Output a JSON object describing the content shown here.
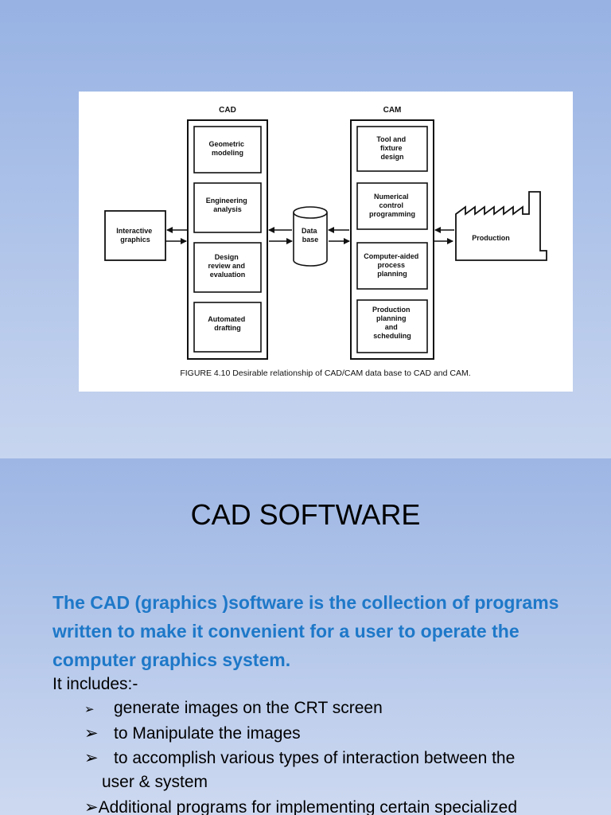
{
  "slide1": {
    "figure": {
      "cad_header": "CAD",
      "cam_header": "CAM",
      "cad_boxes": [
        [
          "Geometric",
          "modeling"
        ],
        [
          "Engineering",
          "analysis"
        ],
        [
          "Design",
          "review and",
          "evaluation"
        ],
        [
          "Automated",
          "drafting"
        ]
      ],
      "cam_boxes": [
        [
          "Tool and",
          "fixture",
          "design"
        ],
        [
          "Numerical",
          "control",
          "programming"
        ],
        [
          "Computer-aided",
          "process",
          "planning"
        ],
        [
          "Production",
          "planning",
          "and",
          "scheduling"
        ]
      ],
      "interactive": [
        "Interactive",
        "graphics"
      ],
      "database": [
        "Data",
        "base"
      ],
      "production": "Production",
      "caption": "FIGURE  4.10  Desirable relationship of CAD/CAM data base to CAD and CAM."
    }
  },
  "slide2": {
    "title": "CAD SOFTWARE",
    "lead": "The CAD (graphics )software is the collection of programs written to make it convenient for a user to operate the computer graphics system.",
    "includes": "It includes:-",
    "bullet_symbol": "➢",
    "bullets": [
      "generate images on the  CRT screen",
      "to Manipulate the images",
      "to accomplish various types of interaction between the",
      "user & system",
      "Additional programs for implementing certain specialized"
    ]
  }
}
